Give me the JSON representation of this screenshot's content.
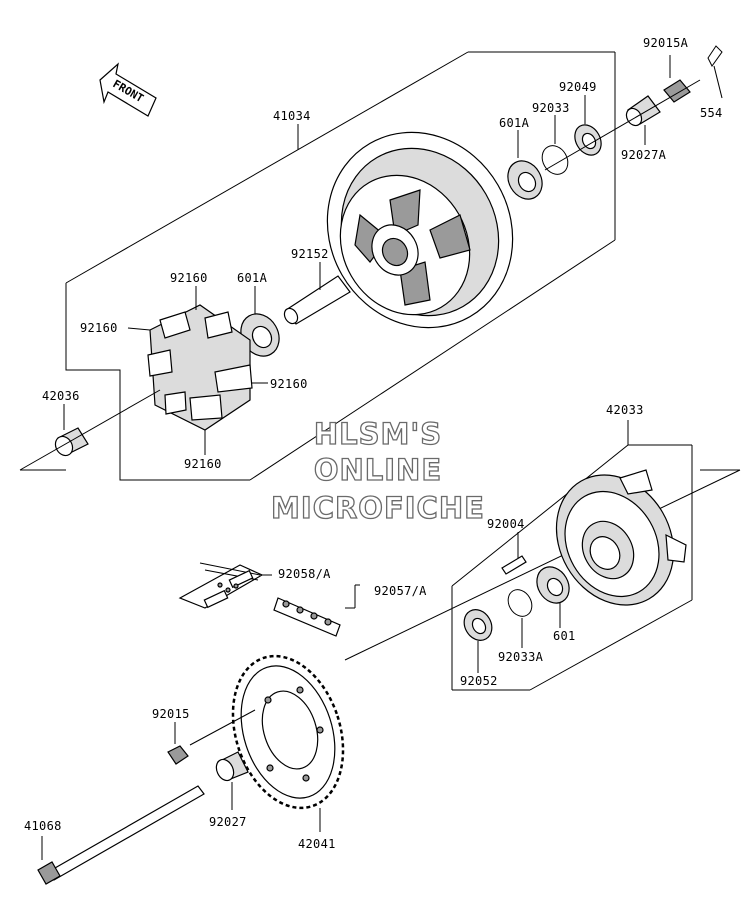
{
  "front_arrow": {
    "label": "FRONT"
  },
  "watermark": {
    "line1": "HLSM'S",
    "line2": "ONLINE",
    "line3": "MICROFICHE"
  },
  "parts": {
    "p92015A": "92015A",
    "p554": "554",
    "p92049": "92049",
    "p92033": "92033",
    "p601A_top": "601A",
    "p92027A": "92027A",
    "p41034": "41034",
    "p92152": "92152",
    "p92160_a": "92160",
    "p601A_mid": "601A",
    "p92160_b": "92160",
    "p92160_c": "92160",
    "p42036": "42036",
    "p92160_d": "92160",
    "p42033": "42033",
    "p92004": "92004",
    "p92058A": "92058/A",
    "p92057A": "92057/A",
    "p601": "601",
    "p92033A": "92033A",
    "p92052": "92052",
    "p92015": "92015",
    "p92027": "92027",
    "p41068": "41068",
    "p42041": "42041"
  },
  "icons": [
    "front-arrow-icon"
  ]
}
